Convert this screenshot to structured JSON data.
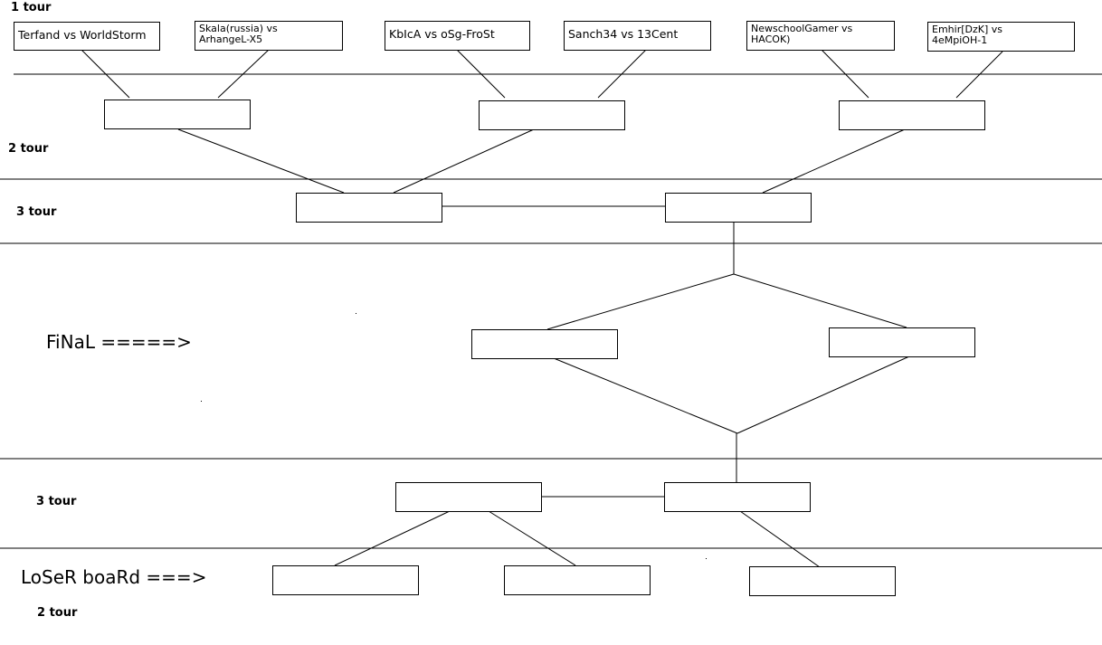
{
  "labels": {
    "tour1": "1 tour",
    "tour2": "2 tour",
    "tour3_upper": "3 tour",
    "final": "FiNaL =====>",
    "tour3_lower": "3 tour",
    "loser_board": "LoSeR boaRd ===>",
    "loser_tour2": "2 tour"
  },
  "round1_matches": [
    {
      "text": "Terfand  vs WorldStorm"
    },
    {
      "text": "Skala(russia) vs\nArhangeL-X5"
    },
    {
      "text": "KbIcA vs oSg-FroSt"
    },
    {
      "text": "Sanch34 vs 13Cent"
    },
    {
      "text": "NewschoolGamer vs\nHACOK)"
    },
    {
      "text": "Emhir[DzK] vs\n4eMpiOH-1"
    }
  ],
  "round2_slots": [
    {
      "text": ""
    },
    {
      "text": ""
    },
    {
      "text": ""
    }
  ],
  "round3_slots": [
    {
      "text": ""
    },
    {
      "text": ""
    }
  ],
  "final_slots": [
    {
      "text": ""
    },
    {
      "text": ""
    }
  ],
  "loser_round3_slots": [
    {
      "text": ""
    },
    {
      "text": ""
    }
  ],
  "loser_round2_slots": [
    {
      "text": ""
    },
    {
      "text": ""
    },
    {
      "text": ""
    }
  ]
}
